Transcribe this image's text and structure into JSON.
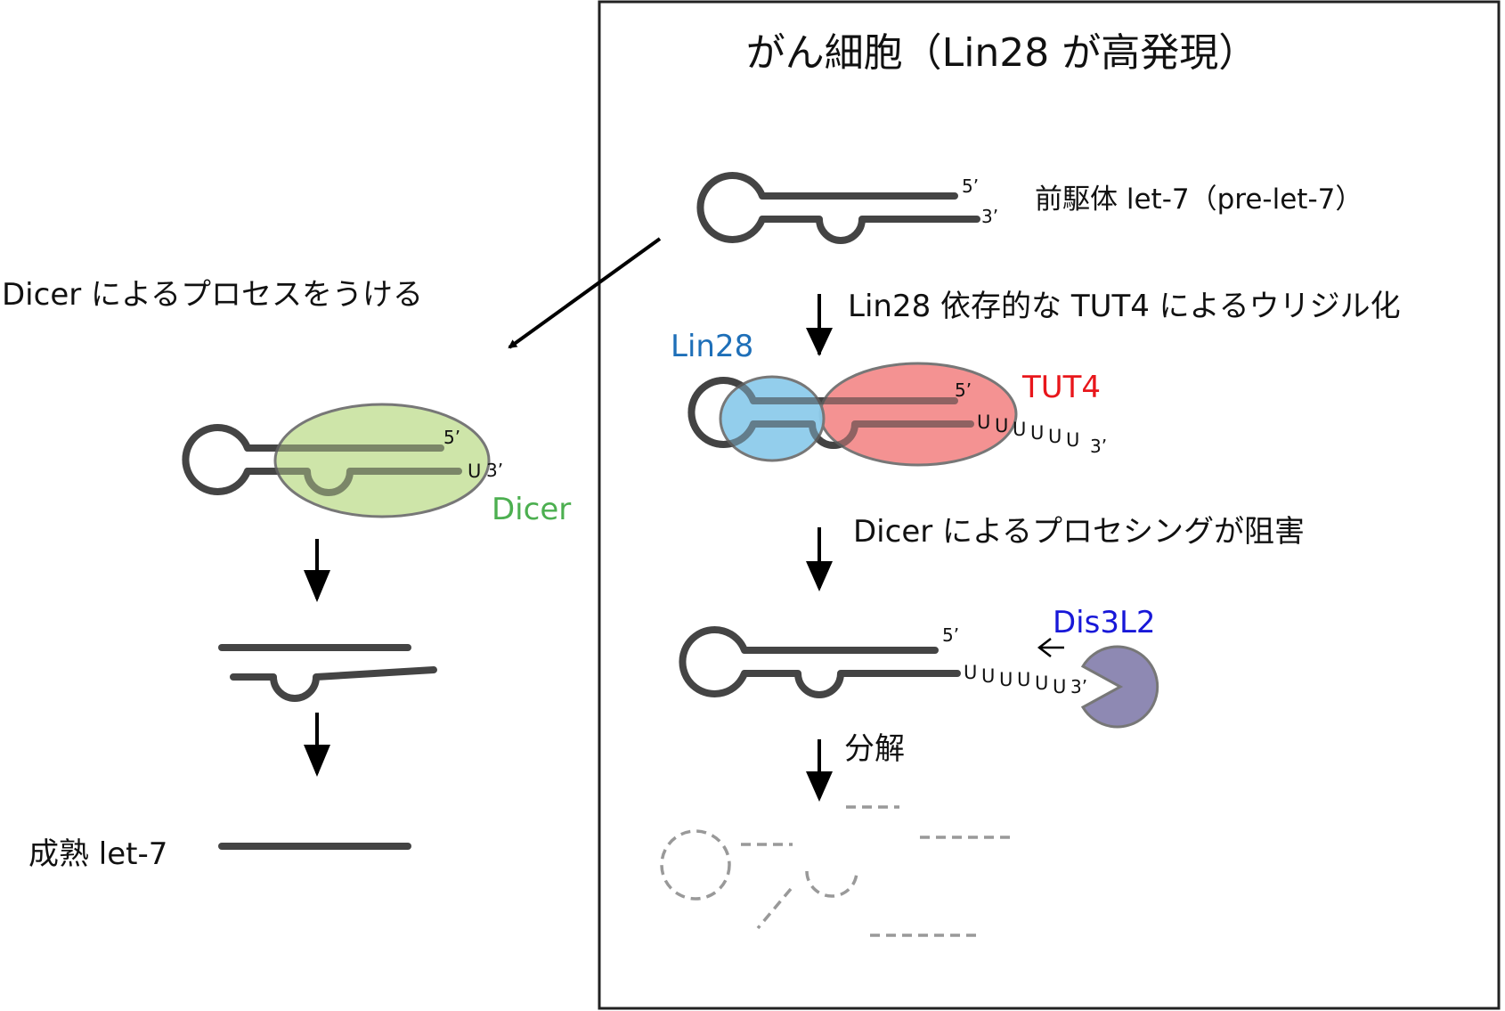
{
  "panel_title": "がん細胞（Lin28 が高発現）",
  "left": {
    "step_label": "Dicer によるプロセスをうける",
    "dicer_label": "Dicer",
    "five_prime": "5’",
    "three_prime": "3’",
    "u_tail": "U",
    "mature_label": "成熟 let-7"
  },
  "right": {
    "precursor_label": "前駆体 let-7（pre-let-7）",
    "five_prime": "5’",
    "three_prime": "3’",
    "step1_label": "Lin28 依存的な TUT4 によるウリジル化",
    "lin28_label": "Lin28",
    "tut4_label": "TUT4",
    "step2_label": "Dicer によるプロセシングが阻害",
    "dis3l2_label": "Dis3L2",
    "step3_label": "分解",
    "u_tail_1": [
      "U",
      "U",
      "U",
      "U",
      "U",
      "U"
    ],
    "u_tail_2": [
      "U",
      "U",
      "U",
      "U",
      "U",
      "U"
    ]
  },
  "colors": {
    "dicer": "#c5e19a",
    "dicer_text": "#4caf50",
    "lin28": "#8dcbeb",
    "lin28_text": "#1e6fb8",
    "tut4": "#f38c8c",
    "tut4_text": "#e8161b",
    "dis3l2": "#8e89b3",
    "dis3l2_text": "#1818d8",
    "rna": "#444444",
    "fragment": "#999999"
  }
}
